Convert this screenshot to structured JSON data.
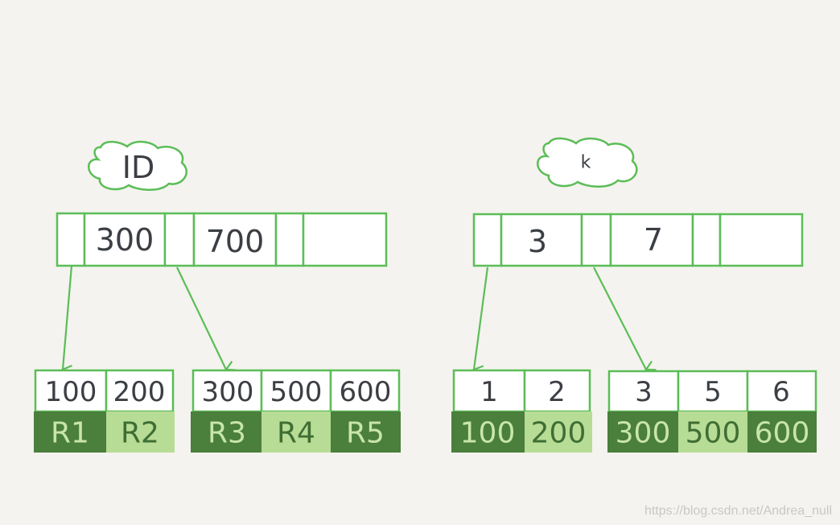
{
  "colors": {
    "line": "#5bbd57",
    "dark_green": "#4a7f3c",
    "light_green": "#b7dc95",
    "dark_text": "#c8e6a7",
    "light_text": "#3f6e33"
  },
  "left_tree": {
    "label": "ID",
    "root_keys": [
      "300",
      "700"
    ],
    "leaves": [
      {
        "keys": [
          "100",
          "200"
        ],
        "values": [
          "R1",
          "R2"
        ]
      },
      {
        "keys": [
          "300",
          "500",
          "600"
        ],
        "values": [
          "R3",
          "R4",
          "R5"
        ]
      }
    ]
  },
  "right_tree": {
    "label": "k",
    "root_keys": [
      "3",
      "7"
    ],
    "leaves": [
      {
        "keys": [
          "1",
          "2"
        ],
        "values": [
          "100",
          "200"
        ]
      },
      {
        "keys": [
          "3",
          "5",
          "6"
        ],
        "values": [
          "300",
          "500",
          "600"
        ]
      }
    ]
  },
  "watermark": "https://blog.csdn.net/Andrea_null"
}
